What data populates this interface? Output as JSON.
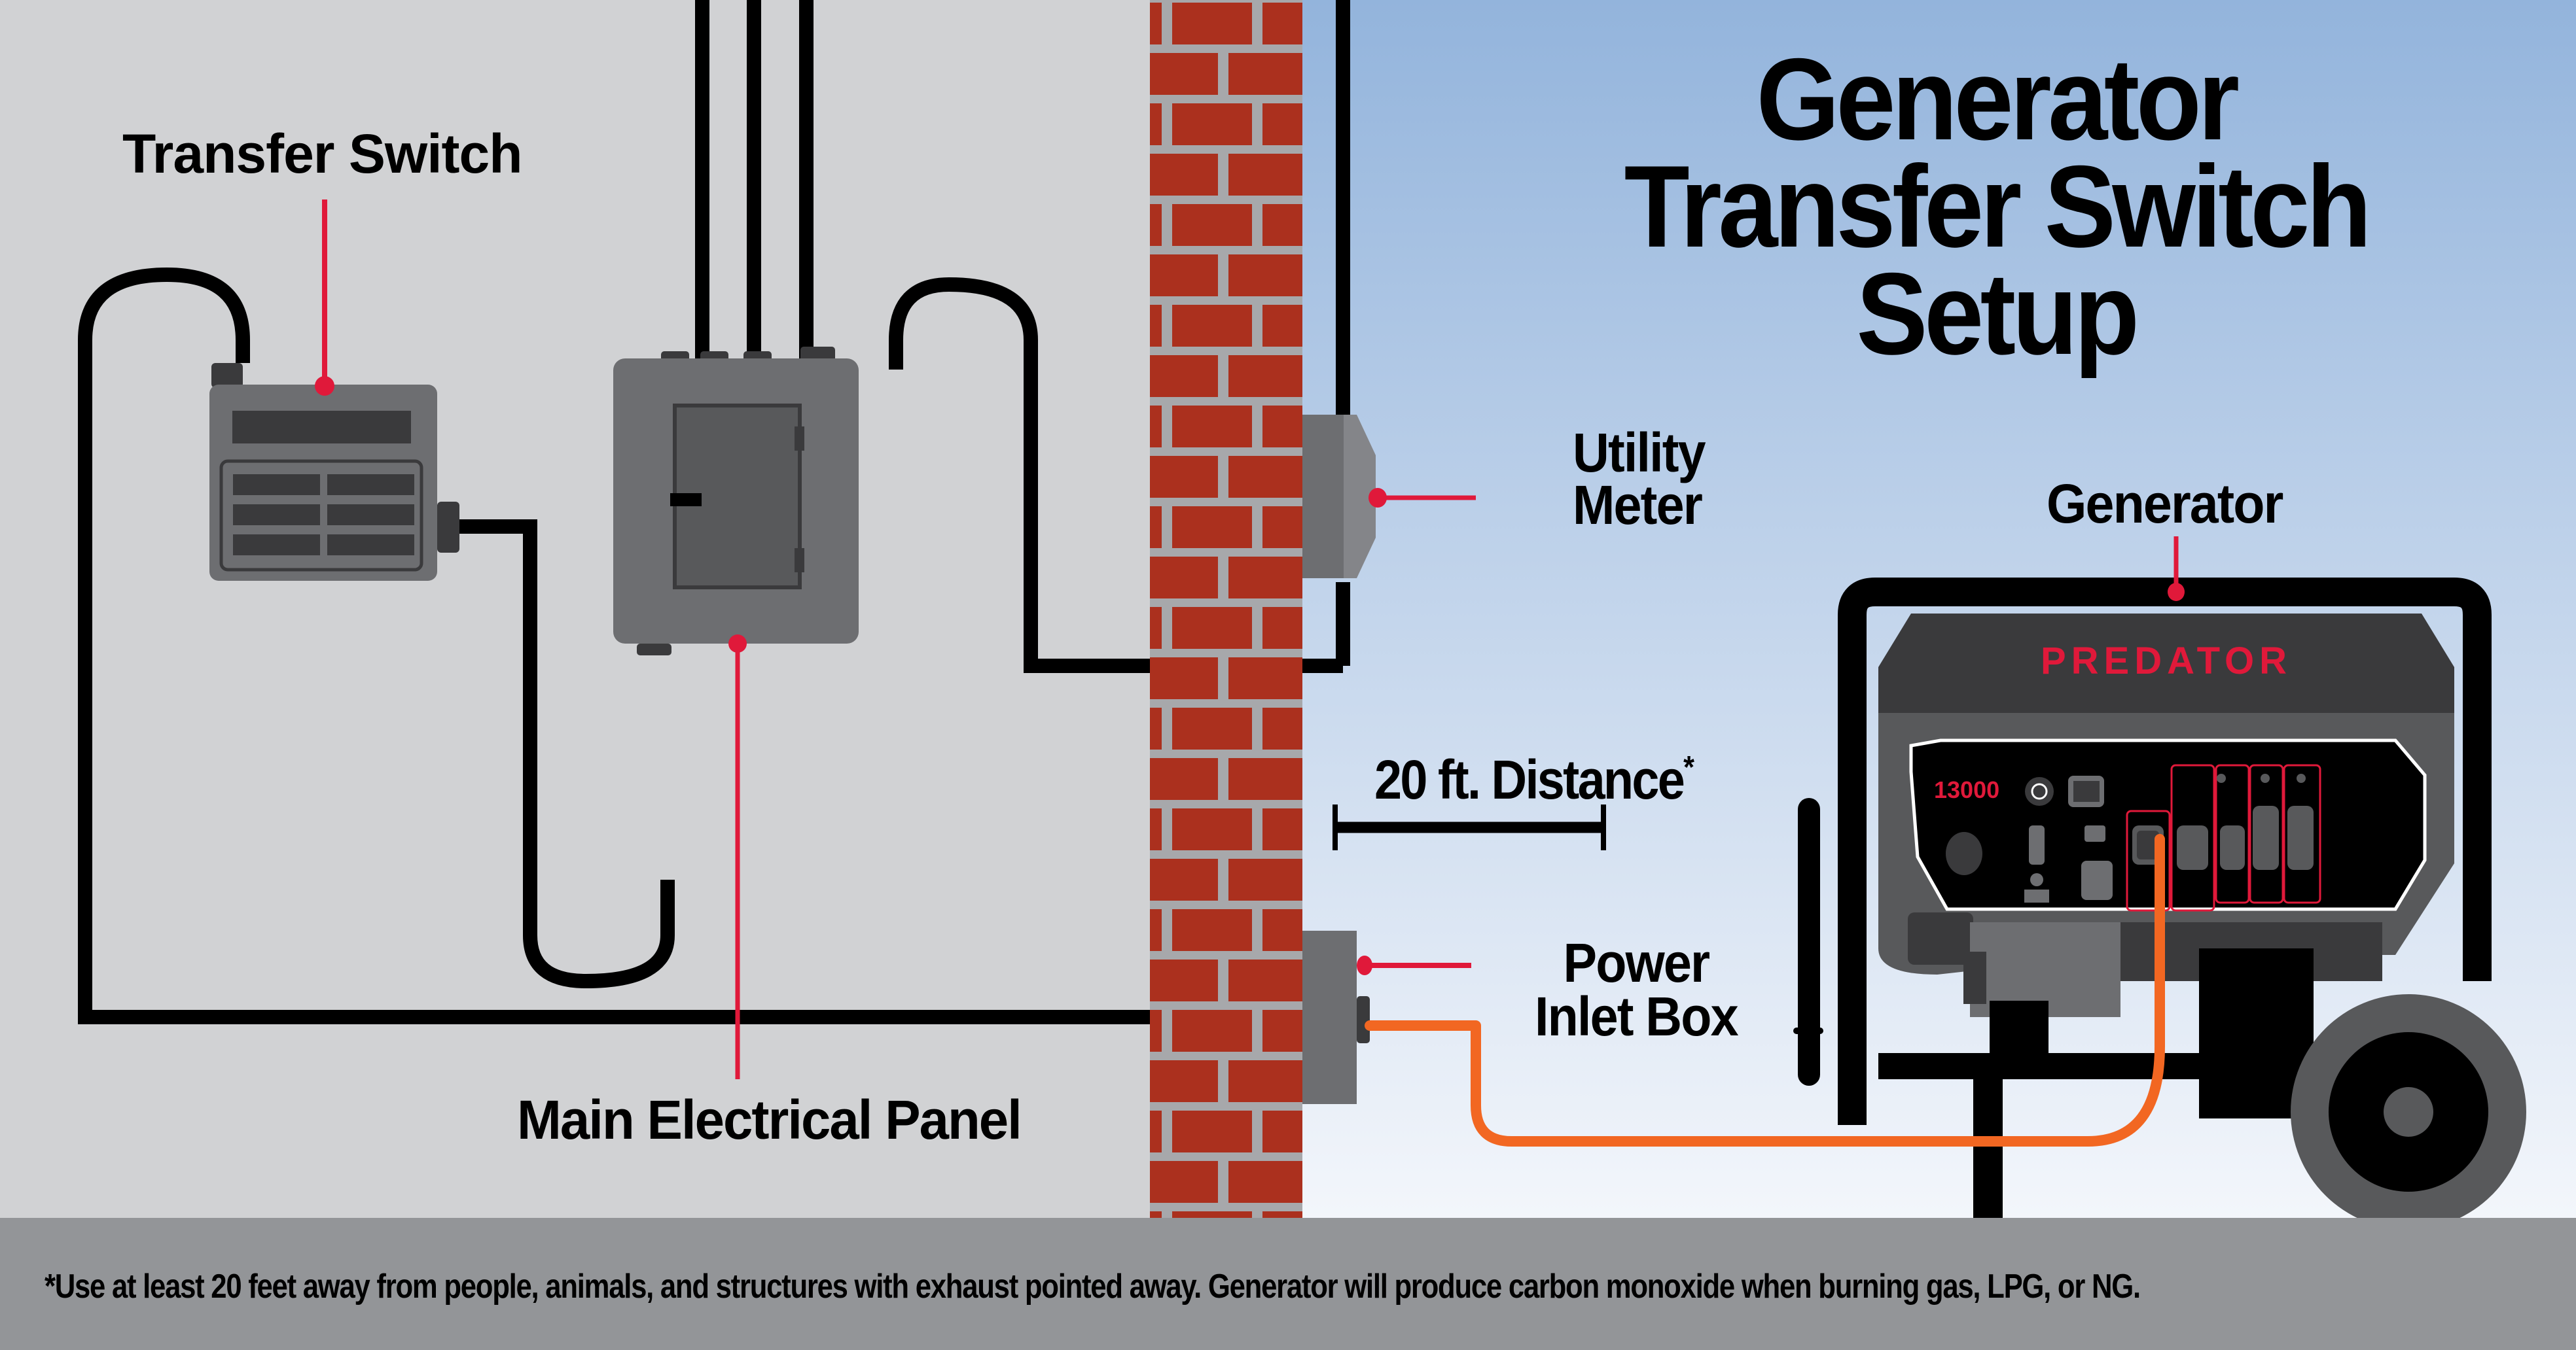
{
  "title": {
    "lines": [
      "Generator",
      "Transfer Switch",
      "Setup"
    ]
  },
  "labels": {
    "transfer_switch": "Transfer Switch",
    "main_panel": "Main Electrical Panel",
    "utility_meter_line1": "Utility",
    "utility_meter_line2": "Meter",
    "generator": "Generator",
    "power_inlet_line1": "Power",
    "power_inlet_line2": "Inlet Box",
    "distance": "20 ft. Distance",
    "distance_mark": "*"
  },
  "generator": {
    "brand": "PREDATOR",
    "model": "13000"
  },
  "footer": {
    "note": "*Use at least 20 feet away from people, animals, and structures with exhaust pointed away. Generator will produce carbon monoxide when burning gas, LPG, or NG."
  },
  "colors": {
    "interior_wall": "#d1d2d4",
    "sky_top": "#93b4dc",
    "sky_bottom": "#f3f6fb",
    "brick": "#ab301e",
    "mortar": "#a7a8ab",
    "device_gray": "#6d6e71",
    "dark_gray": "#3a3a3c",
    "callout_red": "#e0193a",
    "cord_orange": "#f26722",
    "ground": "#939598"
  }
}
